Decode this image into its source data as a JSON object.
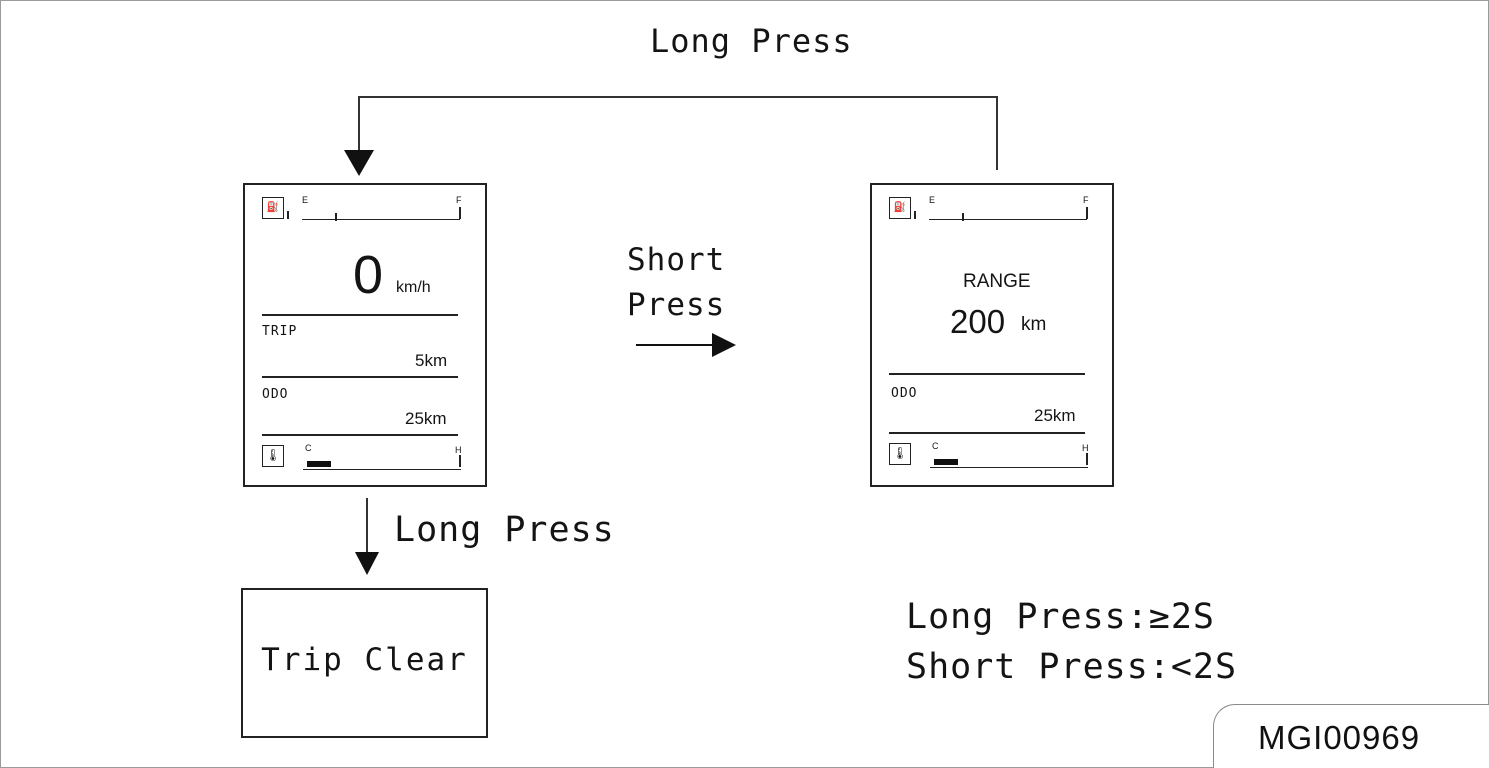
{
  "labels": {
    "long_press_top": "Long Press",
    "short_press_line1": "Short",
    "short_press_line2": "Press",
    "long_press_down": "Long Press"
  },
  "trip_screen": {
    "fuel_empty": "E",
    "fuel_full": "F",
    "speed_value": "0",
    "speed_unit": "km/h",
    "trip_label": "TRIP",
    "trip_value": "5km",
    "odo_label": "ODO",
    "odo_value": "25km",
    "temp_cold": "C",
    "temp_hot": "H"
  },
  "range_screen": {
    "fuel_empty": "E",
    "fuel_full": "F",
    "range_label": "RANGE",
    "range_value": "200",
    "range_unit": "km",
    "odo_label": "ODO",
    "odo_value": "25km",
    "temp_cold": "C",
    "temp_hot": "H"
  },
  "clear_screen": {
    "text": "Trip Clear"
  },
  "legend": {
    "long": "Long Press:≥2S",
    "short": "Short Press:<2S"
  },
  "reference_code": "MGI00969",
  "icons": {
    "fuel": "fuel-pump-icon",
    "temperature": "thermometer-icon"
  }
}
